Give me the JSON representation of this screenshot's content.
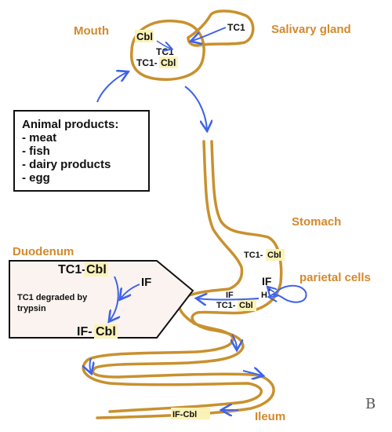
{
  "colors": {
    "tract_outline": "#c8912f",
    "arrow": "#3f63e8",
    "highlight_cbl": "#fbf2b8",
    "label_orange": "#d4892c",
    "duodenum_panel_bg": "#fbf3f0"
  },
  "labels": {
    "mouth": "Mouth",
    "salivary_gland": "Salivary gland",
    "stomach": "Stomach",
    "parietal_cells": "parietal cells",
    "duodenum": "Duodenum",
    "ileum": "Ileum"
  },
  "mouth": {
    "cbl": "Cbl",
    "tc1": "TC1",
    "complex_prefix": "TC1-",
    "complex_cbl": "Cbl"
  },
  "salivary": {
    "tc1": "TC1"
  },
  "food_box": {
    "title": "Animal products:",
    "items": [
      "- meat",
      "- fish",
      "- dairy products",
      "- egg"
    ]
  },
  "stomach": {
    "complex_prefix": "TC1-",
    "complex_cbl": "Cbl",
    "if": "IF",
    "h": "H",
    "h_sup": "+",
    "if_small": "IF",
    "bound_prefix": "TC1-",
    "bound_cbl": "Cbl"
  },
  "duodenum_panel": {
    "complex_prefix": "TC1-",
    "complex_cbl": "Cbl",
    "if": "IF",
    "note_line1": "TC1 degraded by",
    "note_line2": "trypsin",
    "result_prefix": "IF-",
    "result_cbl": "Cbl"
  },
  "ileum_complex": "IF-Cbl",
  "signature": "B"
}
